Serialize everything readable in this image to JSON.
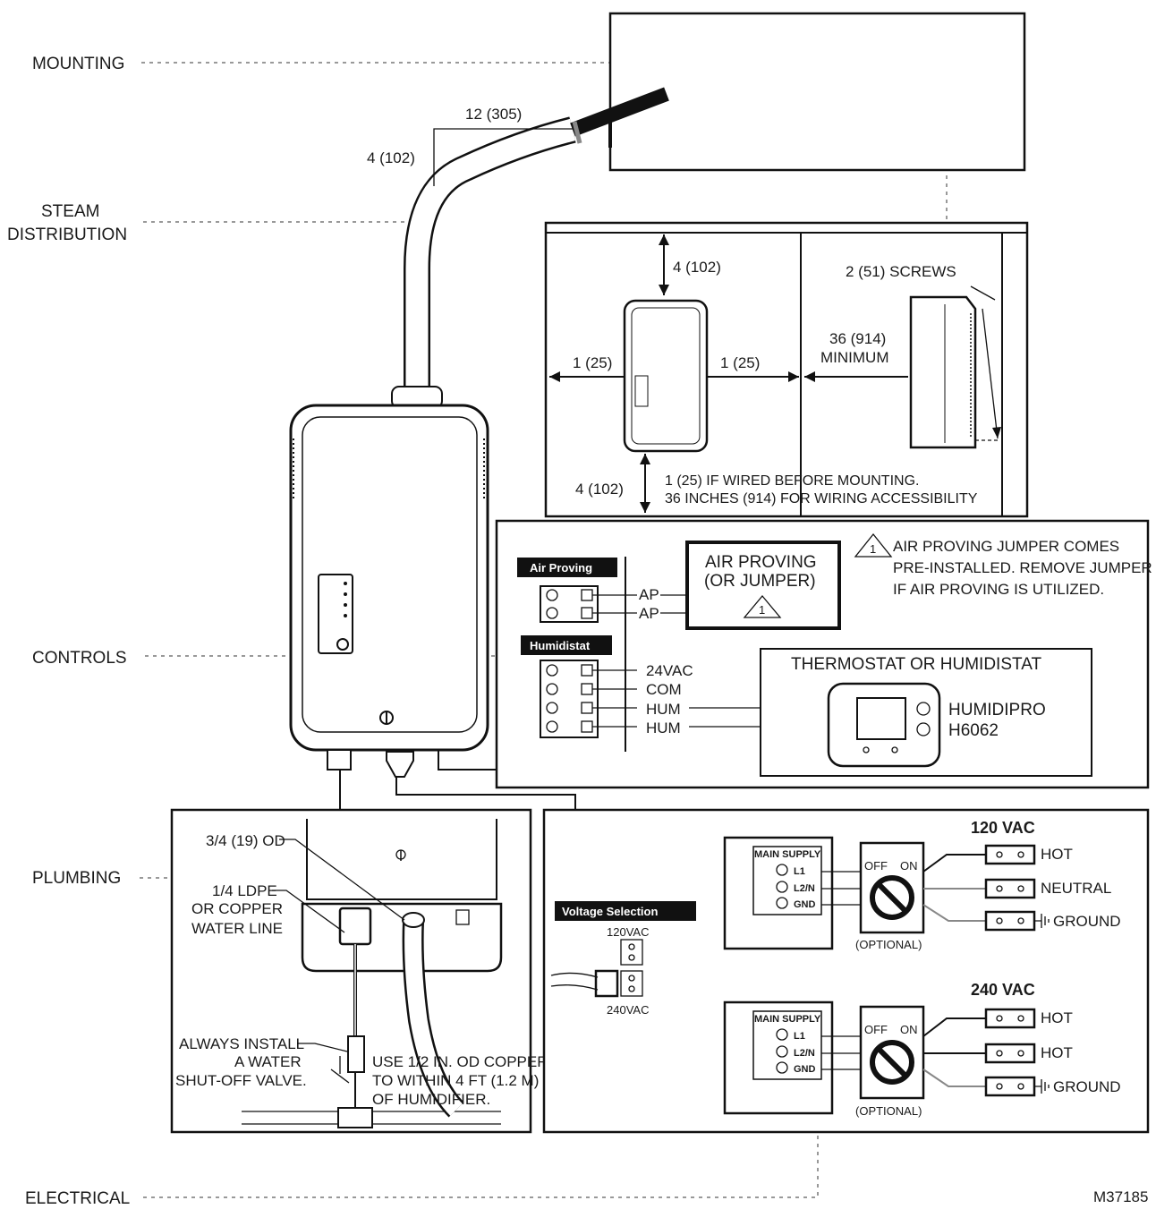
{
  "sections": {
    "mounting": "MOUNTING",
    "steam_1": "STEAM",
    "steam_2": "DISTRIBUTION",
    "controls": "CONTROLS",
    "plumbing": "PLUMBING",
    "electrical": "ELECTRICAL"
  },
  "figure_id": "M37185",
  "steam": {
    "dim_horizontal": "12 (305)",
    "dim_vertical": "4 (102)"
  },
  "mounting_detail": {
    "top_clearance": "4 (102)",
    "left_clearance": "1 (25)",
    "right_clearance": "1 (25)",
    "bottom_clearance": "4 (102)",
    "side_min_1": "36 (914)",
    "side_min_2": "MINIMUM",
    "screws": "2 (51) SCREWS",
    "note_1": "1 (25) IF WIRED BEFORE MOUNTING.",
    "note_2": "36 INCHES (914) FOR WIRING ACCESSIBILITY"
  },
  "controls_detail": {
    "air_proving_badge": "Air Proving",
    "humidistat_badge": "Humidistat",
    "ap_1": "AP",
    "ap_2": "AP",
    "air_box_1": "AIR PROVING",
    "air_box_2": "(OR JUMPER)",
    "warn_num": "1",
    "note_1": "AIR PROVING JUMPER COMES",
    "note_2": "PRE-INSTALLED. REMOVE JUMPER",
    "note_3": "IF AIR PROVING IS UTILIZED.",
    "term_24vac": "24VAC",
    "term_com": "COM",
    "term_hum_1": "HUM",
    "term_hum_2": "HUM",
    "thermostat_title": "THERMOSTAT OR HUMIDISTAT",
    "model_1": "HUMIDIPRO",
    "model_2": "H6062"
  },
  "plumbing_detail": {
    "od_label": "3/4 (19) OD",
    "ldpe_1": "1/4 LDPE",
    "ldpe_2": "OR COPPER",
    "ldpe_3": "WATER LINE",
    "valve_1": "ALWAYS INSTALL",
    "valve_2": "A WATER",
    "valve_3": "SHUT-OFF VALVE.",
    "copper_1": "USE 1/2 IN. OD COPPER",
    "copper_2": "TO WITHIN 4 FT (1.2 M)",
    "copper_3": "OF HUMIDIFIER."
  },
  "electrical_detail": {
    "voltage_badge": "Voltage Selection",
    "v120_small": "120VAC",
    "v240_small": "240VAC",
    "title_120": "120 VAC",
    "title_240": "240 VAC",
    "main_supply": "MAIN SUPPLY",
    "l1": "L1",
    "l2n": "L2/N",
    "gnd": "GND",
    "off": "OFF",
    "on": "ON",
    "optional": "(OPTIONAL)",
    "wire_120": [
      "HOT",
      "NEUTRAL",
      "GROUND"
    ],
    "wire_240": [
      "HOT",
      "HOT",
      "GROUND"
    ]
  }
}
